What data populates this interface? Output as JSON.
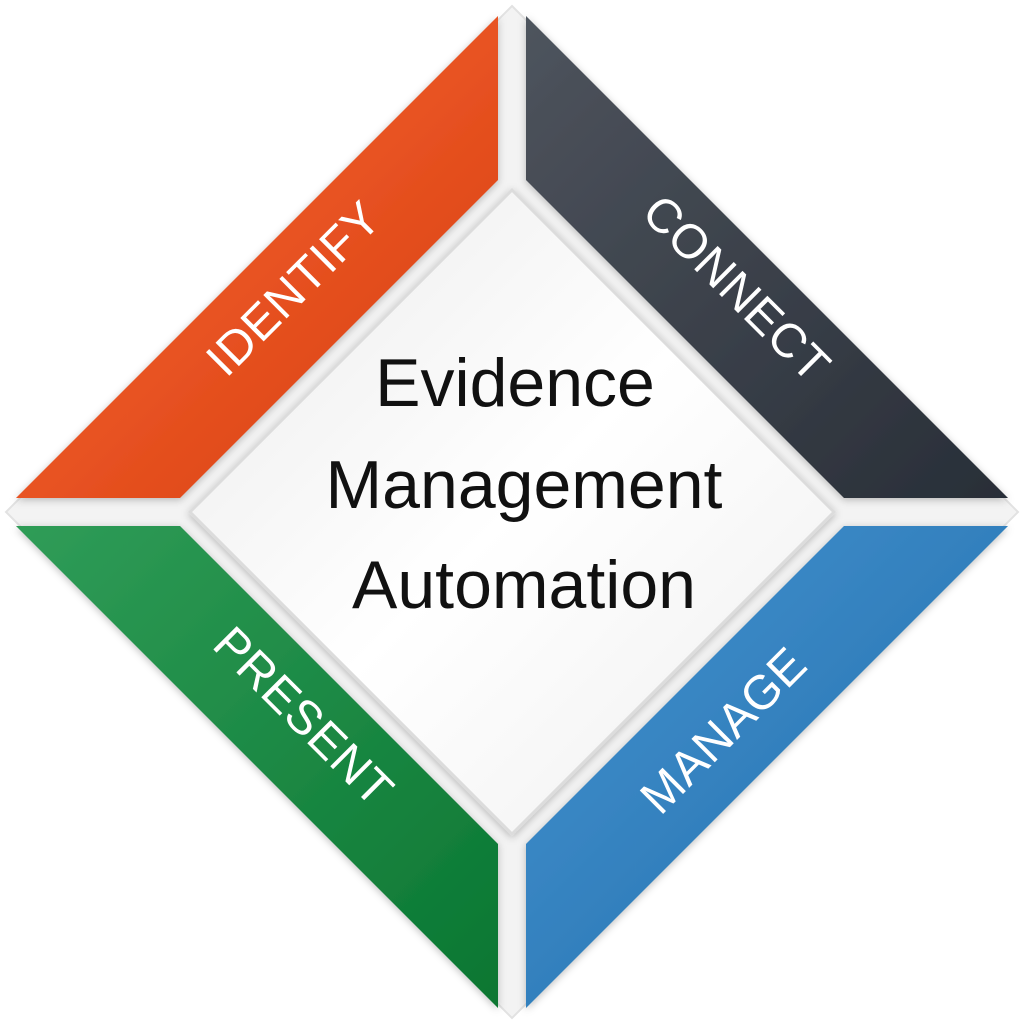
{
  "diagram": {
    "center": {
      "lines": [
        "Evidence",
        "Management",
        "Automation"
      ]
    },
    "segments": [
      {
        "id": "identify",
        "label": "IDENTIFY",
        "color": "#fb4b12",
        "position": "top-left"
      },
      {
        "id": "connect",
        "label": "CONNECT",
        "color": "#2f3641",
        "position": "top-right"
      },
      {
        "id": "manage",
        "label": "MANAGE",
        "color": "#2580c8",
        "position": "bottom-right"
      },
      {
        "id": "present",
        "label": "PRESENT",
        "color": "#0b8b3a",
        "position": "bottom-left"
      }
    ]
  }
}
